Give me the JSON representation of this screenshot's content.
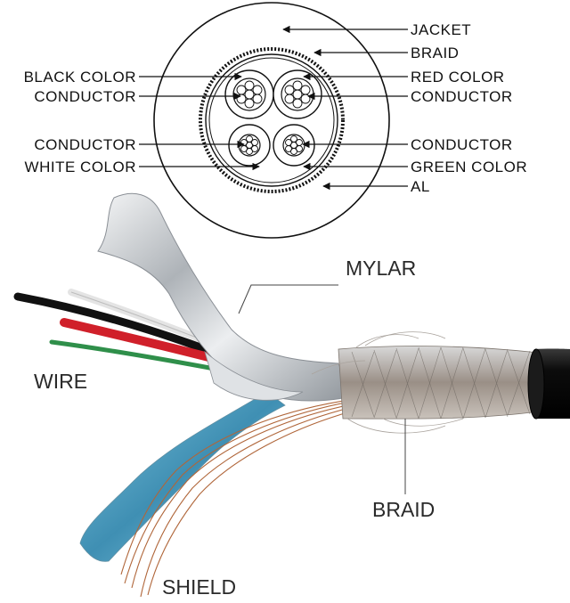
{
  "cross_section": {
    "labels_right": [
      "JACKET",
      "BRAID",
      "RED COLOR",
      "CONDUCTOR",
      "CONDUCTOR",
      "GREEN COLOR",
      "AL"
    ],
    "labels_left": [
      "BLACK COLOR",
      "CONDUCTOR",
      "CONDUCTOR",
      "WHITE COLOR"
    ]
  },
  "photo": {
    "mylar": "MYLAR",
    "wire": "WIRE",
    "braid": "BRAID",
    "shield": "SHIELD"
  },
  "colors": {
    "jacket": "#0c0c0c",
    "wire_black": "#111111",
    "wire_red": "#d0202a",
    "wire_green": "#2f8f4a",
    "wire_white": "#e8e8e8",
    "foil": "#c9ccd0",
    "blue_foil": "#5aa9c9",
    "copper": "#b0663a"
  }
}
